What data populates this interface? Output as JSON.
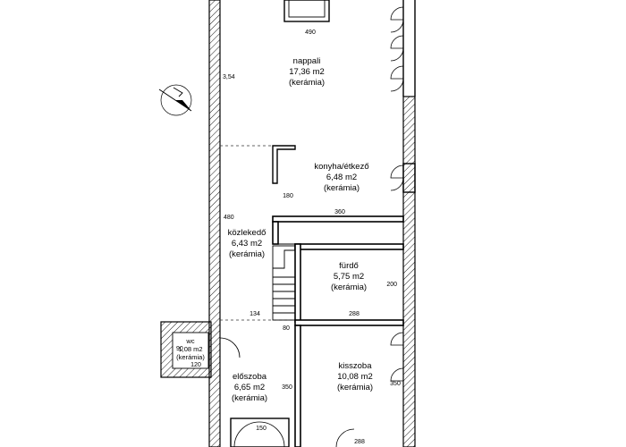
{
  "rooms": {
    "nappali": {
      "name": "nappali",
      "area": "17,36 m2",
      "floor": "(kerámia)"
    },
    "konyha": {
      "name": "konyha/étkező",
      "area": "6,48 m2",
      "floor": "(kerámia)"
    },
    "kozlekedo": {
      "name": "közlekedő",
      "area": "6,43 m2",
      "floor": "(kerámia)"
    },
    "furdo": {
      "name": "fürdő",
      "area": "5,75 m2",
      "floor": "(kerámia)"
    },
    "wc": {
      "name": "wc",
      "area": "1,08 m2",
      "floor": "(kerámia)"
    },
    "eloszoba": {
      "name": "előszoba",
      "area": "6,65 m2",
      "floor": "(kerámia)"
    },
    "kisszoba": {
      "name": "kisszoba",
      "area": "10,08 m2",
      "floor": "(kerámia)"
    }
  },
  "dimensions": {
    "d490": "490",
    "d354": "3,54",
    "d180": "180",
    "d360": "360",
    "d480": "480",
    "d200": "200",
    "d134": "134",
    "d288a": "288",
    "d80": "80",
    "d90": "90",
    "d120": "120",
    "d350a": "350",
    "d350b": "350",
    "d150": "150",
    "d288b": "288"
  }
}
